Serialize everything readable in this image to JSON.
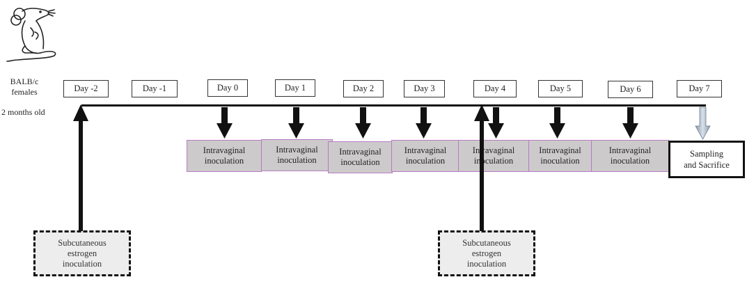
{
  "subject": {
    "strain": "BALB/c",
    "sex": "females",
    "age": "2 months old",
    "icon": "mouse-icon"
  },
  "days": [
    "Day -2",
    "Day -1",
    "Day 0",
    "Day 1",
    "Day 2",
    "Day 3",
    "Day 4",
    "Day 5",
    "Day 6",
    "Day 7"
  ],
  "intravaginal": {
    "line1": "Intravaginal",
    "line2": "inoculation",
    "days": [
      "Day 0",
      "Day 1",
      "Day 2",
      "Day 3",
      "Day 4",
      "Day 5",
      "Day 6"
    ]
  },
  "sampling": {
    "line1": "Sampling",
    "line2": "and Sacrifice",
    "day": "Day 7"
  },
  "estrogen": [
    {
      "day": "Day -2",
      "line1": "Subcutaneous",
      "line2": "estrogen",
      "line3": "inoculation"
    },
    {
      "day": "Day 4",
      "line1": "Subcutaneous",
      "line2": "estrogen",
      "line3": "inoculation"
    }
  ],
  "colors": {
    "inoculation_fill": "#cdcacb",
    "inoculation_border": "#b77bc4",
    "sampling_arrow": "#b9c6d3",
    "estrogen_fill": "#ededed"
  }
}
